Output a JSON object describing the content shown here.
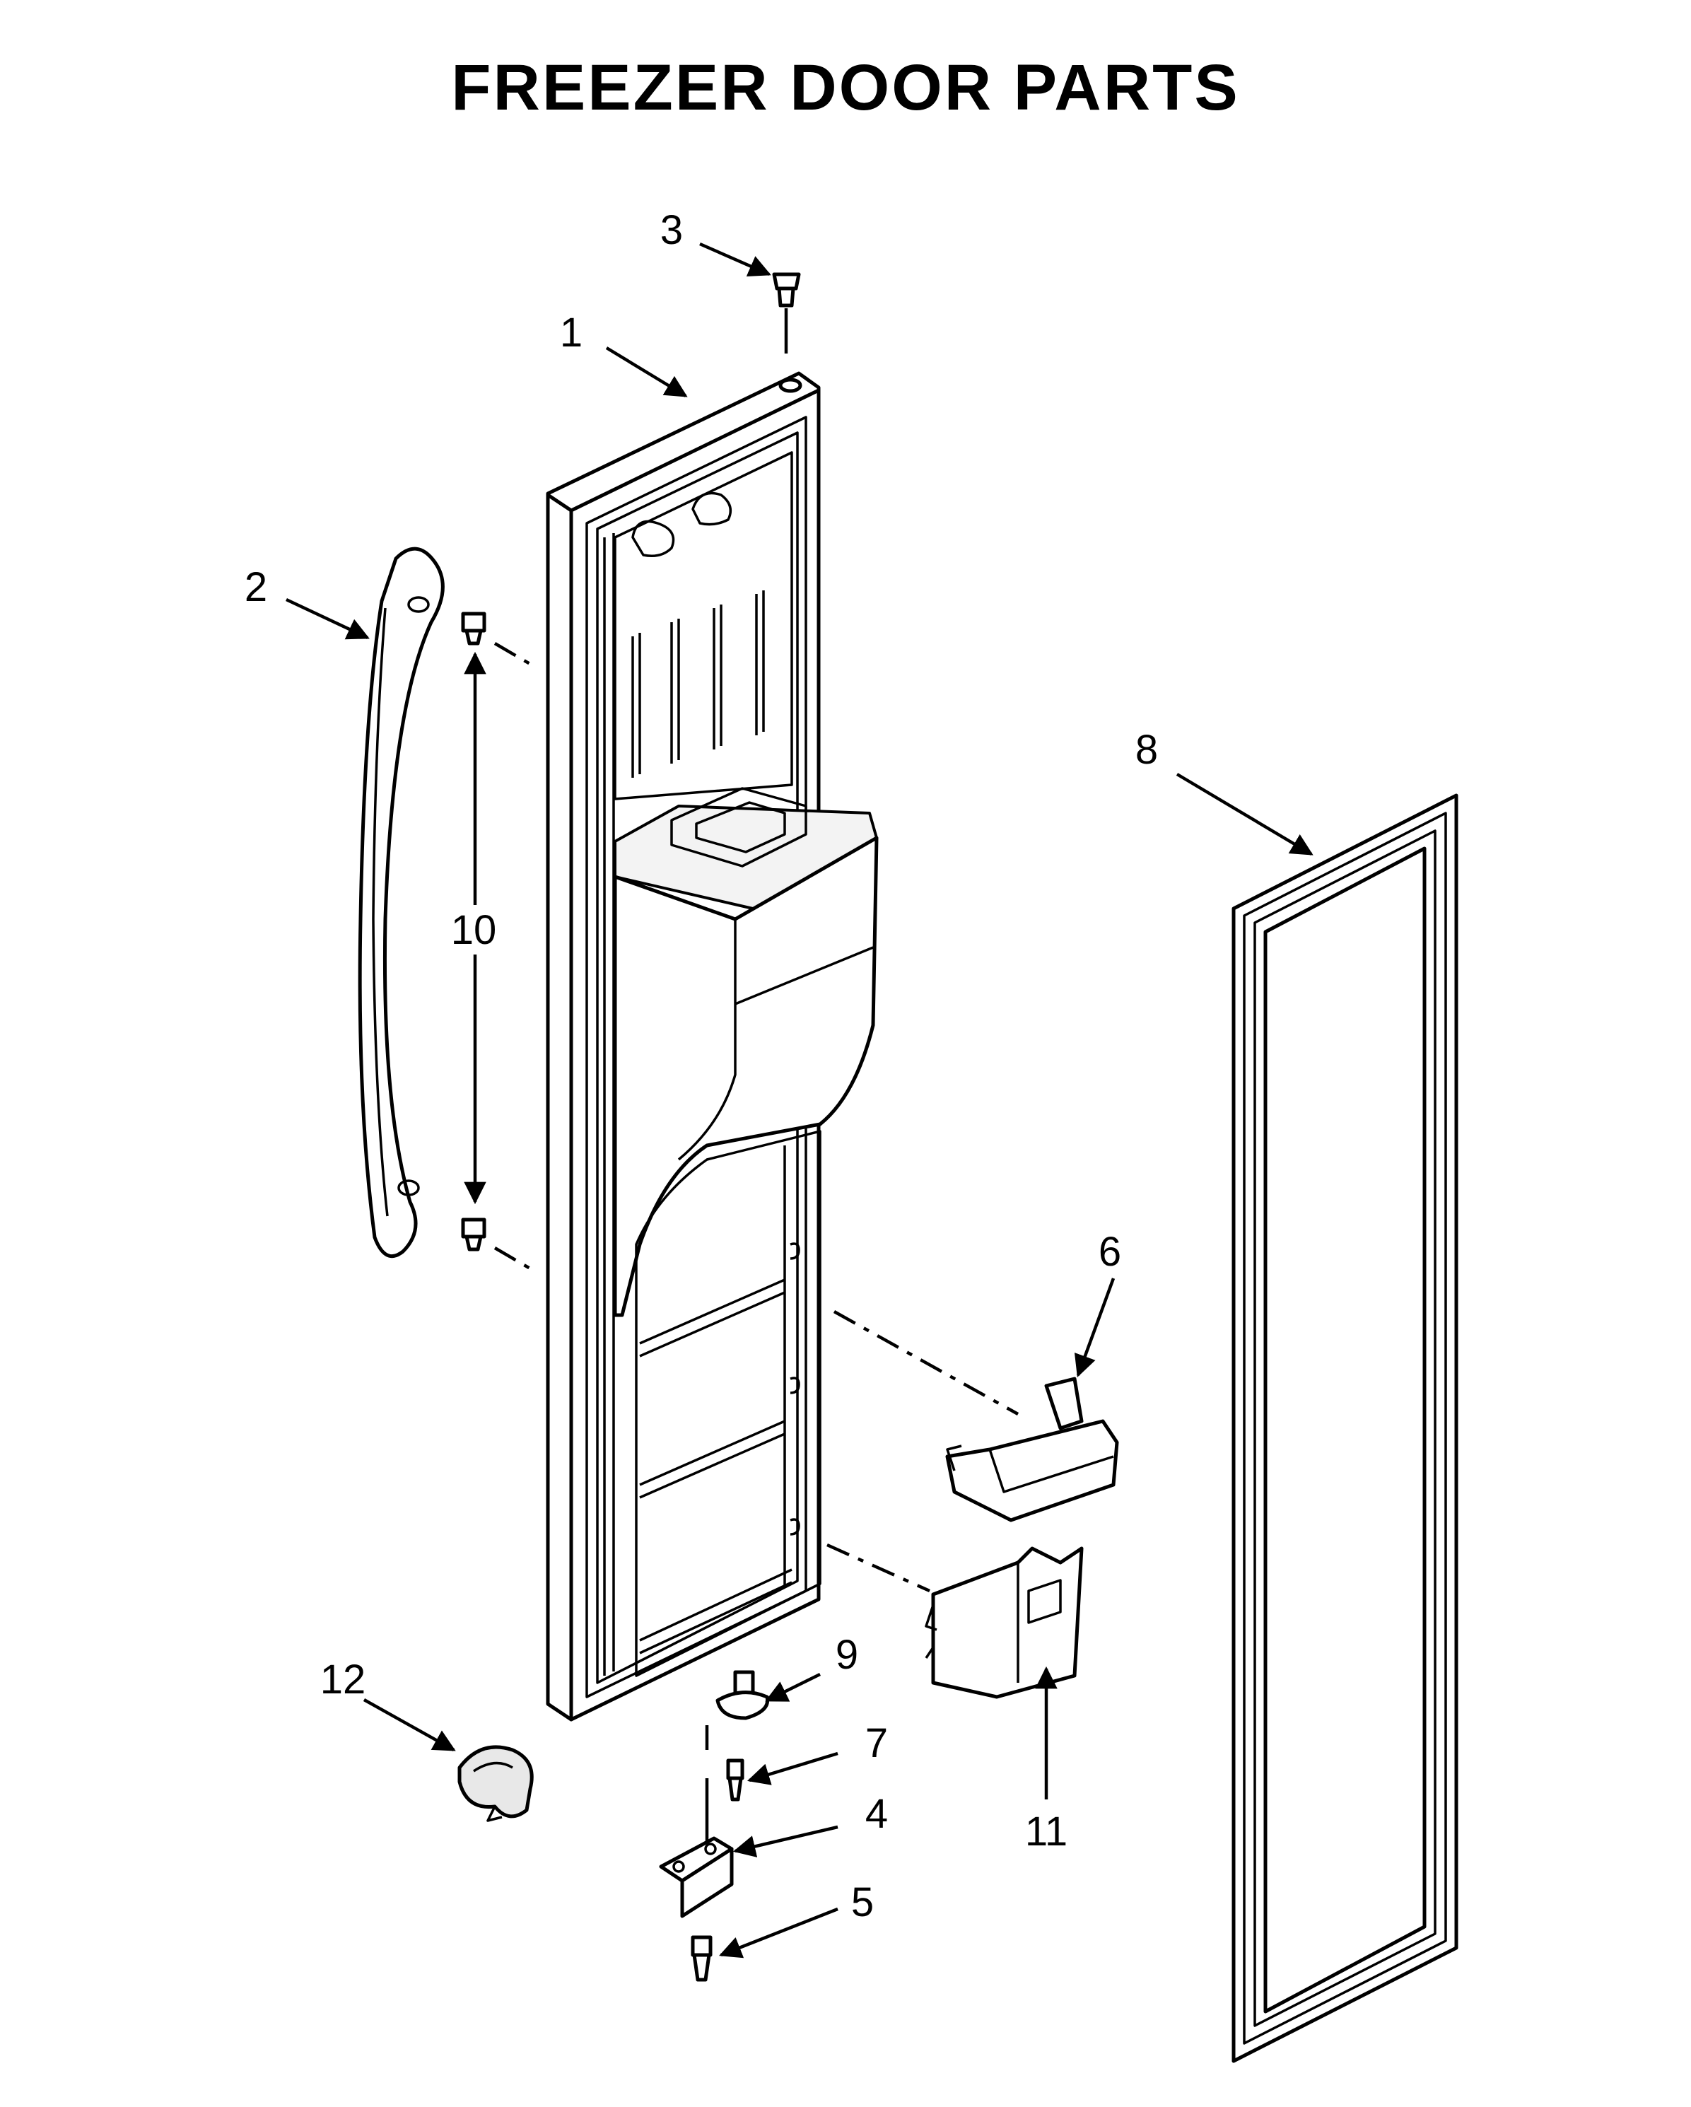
{
  "title": "FREEZER DOOR PARTS",
  "callouts": [
    "1",
    "2",
    "3",
    "4",
    "5",
    "6",
    "7",
    "8",
    "9",
    "10",
    "11",
    "12"
  ]
}
